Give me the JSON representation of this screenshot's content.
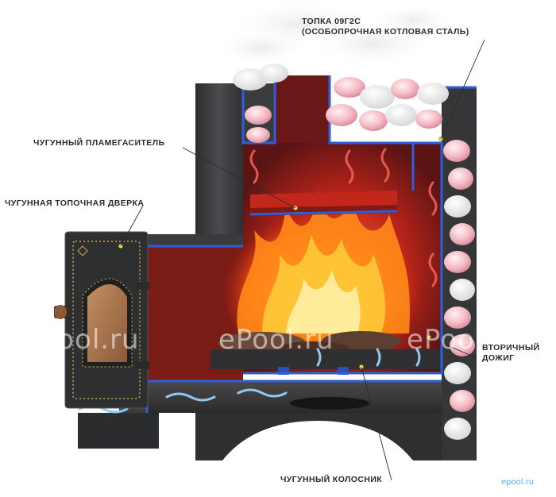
{
  "labels": {
    "firebox_line1": "ТОПКА 09Г2С",
    "firebox_line2": "(ОСОБОПРОЧНАЯ КОТЛОВАЯ СТАЛЬ)",
    "flame_damper": "ЧУГУННЫЙ ПЛАМЕГАСИТЕЛЬ",
    "firebox_door": "ЧУГУННАЯ ТОПОЧНАЯ ДВЕРКА",
    "secondary_line1": "ВТОРИЧНЫЙ",
    "secondary_line2": "ДОЖИГ",
    "grate": "ЧУГУННЫЙ КОЛОСНИК"
  },
  "watermarks": {
    "left": "ePool.ru",
    "center": "ePool.ru",
    "right": "ePool.ru"
  },
  "brand": "epool.ru",
  "colors": {
    "body_steel": "#3d3e40",
    "edge_blue": "#2f5fd8",
    "interior_red": "#c92a1c",
    "stone_pink": "#f2b5bf",
    "door_gold": "#c9a64b",
    "air_blue": "#8fc8f0"
  }
}
